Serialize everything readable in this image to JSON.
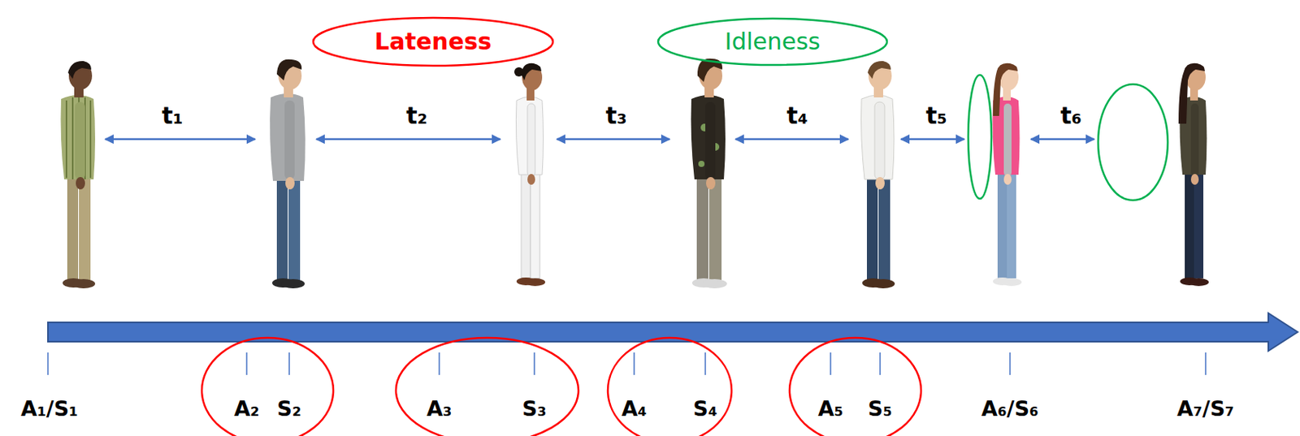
{
  "diagram": {
    "nodes": [
      {
        "text": [
          "Lateness"
        ]
      },
      {
        "text": [
          "Idleness"
        ]
      },
      {
        "text": [
          "A₂",
          "S₂"
        ]
      },
      {
        "text": [
          "A₃",
          "S₃"
        ]
      },
      {
        "text": [
          "A₄",
          "S₄"
        ]
      },
      {
        "text": [
          "A₅",
          "S₅"
        ]
      }
    ],
    "labels": [
      "t₁",
      "t₂",
      "t₃",
      "t₄",
      "t₅",
      "t₆",
      "A₁/S₁",
      "A₆/S₆",
      "A₇/S₇"
    ]
  }
}
